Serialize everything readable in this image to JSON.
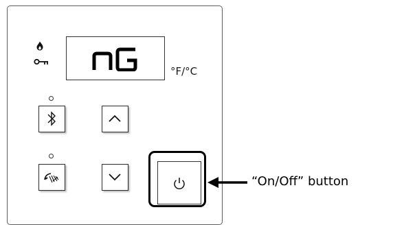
{
  "display": {
    "code": "nG",
    "unit_label": "°F/°C"
  },
  "indicators": {
    "flame_icon": "flame-icon",
    "key_icon": "key-icon"
  },
  "buttons": {
    "bluetooth_icon": "bluetooth-icon",
    "up_icon": "chevron-up-icon",
    "shower_icon": "shower-icon",
    "down_icon": "chevron-down-icon",
    "power_icon": "power-icon"
  },
  "callout": {
    "label": "“On/Off” button"
  }
}
